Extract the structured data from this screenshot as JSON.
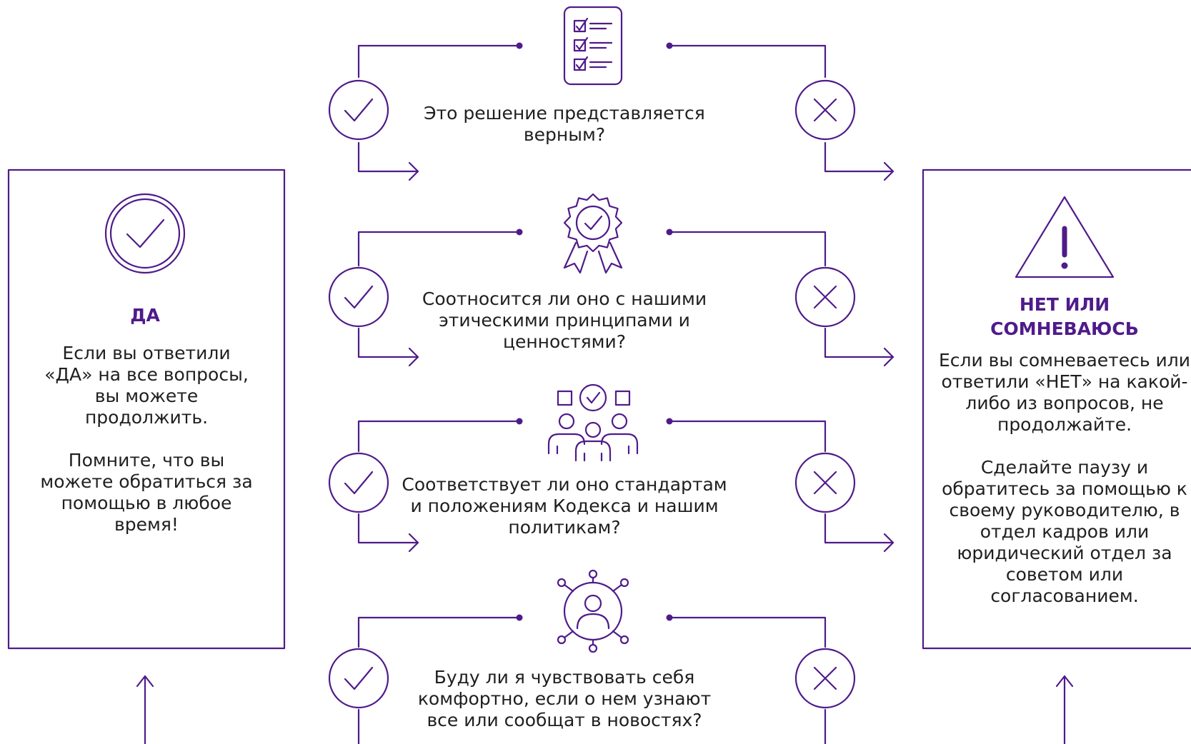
{
  "colors": {
    "accent": "#4f1b8a",
    "text": "#1f1f1f",
    "background": "#ffffff"
  },
  "questions": [
    {
      "icon": "checklist-icon",
      "text": "Это решение представляется верным?"
    },
    {
      "icon": "award-badge-icon",
      "text": "Соотносится ли оно с нашими этическими принципами и ценностями?"
    },
    {
      "icon": "team-approval-icon",
      "text": "Соответствует ли оно стандартам и положениям Кодекса и нашим политикам?"
    },
    {
      "icon": "network-person-icon",
      "text": "Буду ли я чувствовать себя комфортно, если о нем узнают все или сообщат в новостях?"
    }
  ],
  "yes_panel": {
    "icon": "check-circle-icon",
    "title": "ДА",
    "text1": "Если вы ответили «ДА» на все вопросы, вы можете продолжить.",
    "text2": "Помните, что вы можете обратиться за помощью в любое время!"
  },
  "no_panel": {
    "icon": "warning-triangle-icon",
    "title": "НЕТ ИЛИ СОМНЕВАЮСЬ",
    "text1": "Если вы сомневаетесь или ответили «НЕТ» на какой-либо из вопросов, не продолжайте.",
    "text2": "Сделайте паузу и обратитесь за помощью к своему руководителю, в отдел кадров или юридический отдел за советом или согласованием."
  }
}
